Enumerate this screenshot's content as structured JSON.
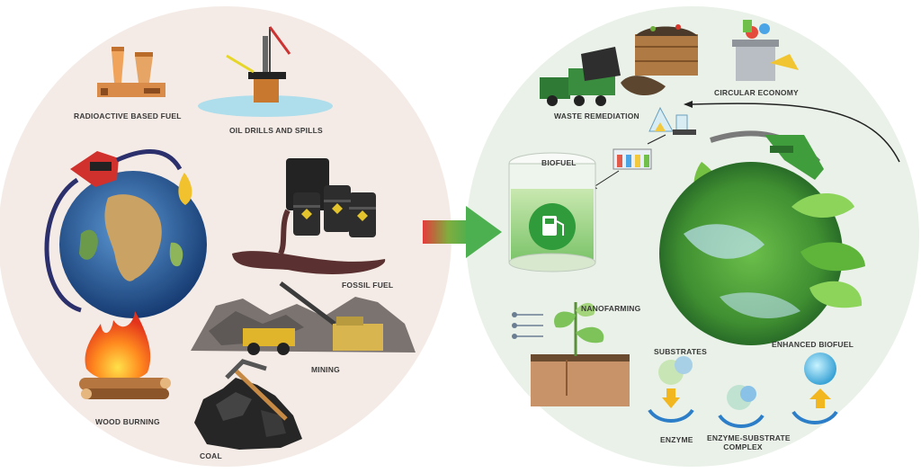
{
  "left_panel": {
    "labels": {
      "radioactive": "RADIOACTIVE BASED FUEL",
      "oil_drills": "OIL DRILLS AND SPILLS",
      "fossil_fuel": "FOSSIL FUEL",
      "mining": "MINING",
      "wood_burning": "WOOD BURNING",
      "coal": "COAL"
    }
  },
  "right_panel": {
    "labels": {
      "waste_remediation": "WASTE REMEDIATION",
      "circular_economy": "CIRCULAR ECONOMY",
      "biofuel": "BIOFUEL",
      "nanofarming": "NANOFARMING",
      "substrates": "SUBSTRATES",
      "enhanced_biofuel": "ENHANCED BIOFUEL",
      "enzyme": "ENZYME",
      "enzyme_substrate_line1": "ENZYME-SUBSTRATE",
      "enzyme_substrate_line2": "COMPLEX"
    }
  },
  "colors": {
    "left_bg": "#f4ebe6",
    "right_bg": "#e9f1e8",
    "arrow_start": "#e53b3b",
    "arrow_end": "#4caf50"
  }
}
